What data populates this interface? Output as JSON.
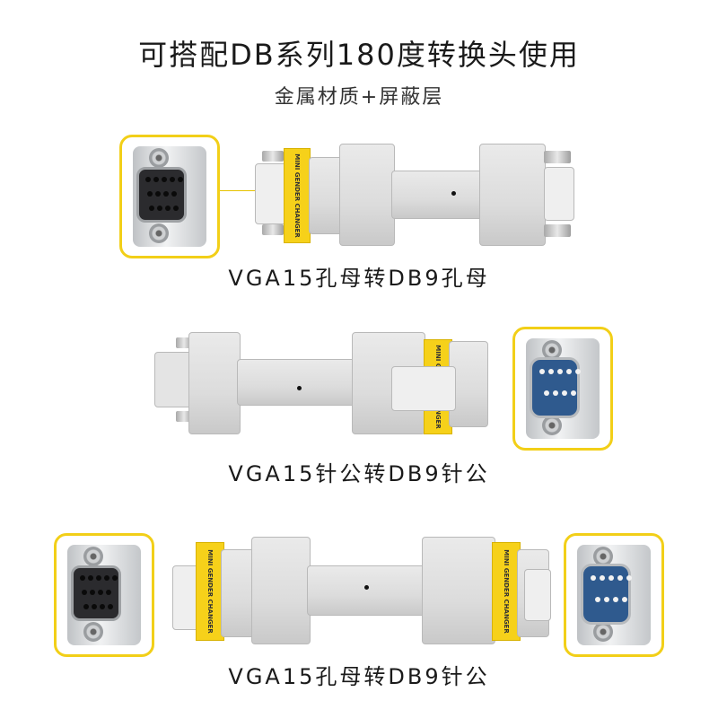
{
  "header": {
    "title": "可搭配DB系列180度转换头使用",
    "subtitle": "金属材质+屏蔽层"
  },
  "products": [
    {
      "caption": "VGA15孔母转DB9孔母",
      "band_text": "MINI GENDER CHANGER"
    },
    {
      "caption": "VGA15针公转DB9针公",
      "band_text": "MINI GENDER CHANGER"
    },
    {
      "caption": "VGA15孔母转DB9针公",
      "band_text_left": "MINI GENDER CHANGER",
      "band_text_right": "MINI GENDER CHANGER"
    }
  ],
  "colors": {
    "accent_yellow": "#f6d11a",
    "inset_border": "#f2cf18",
    "vga_shell": "#2b2b2e",
    "db9_shell": "#2f5a8e",
    "adapter_body": "#dcdcdc"
  }
}
